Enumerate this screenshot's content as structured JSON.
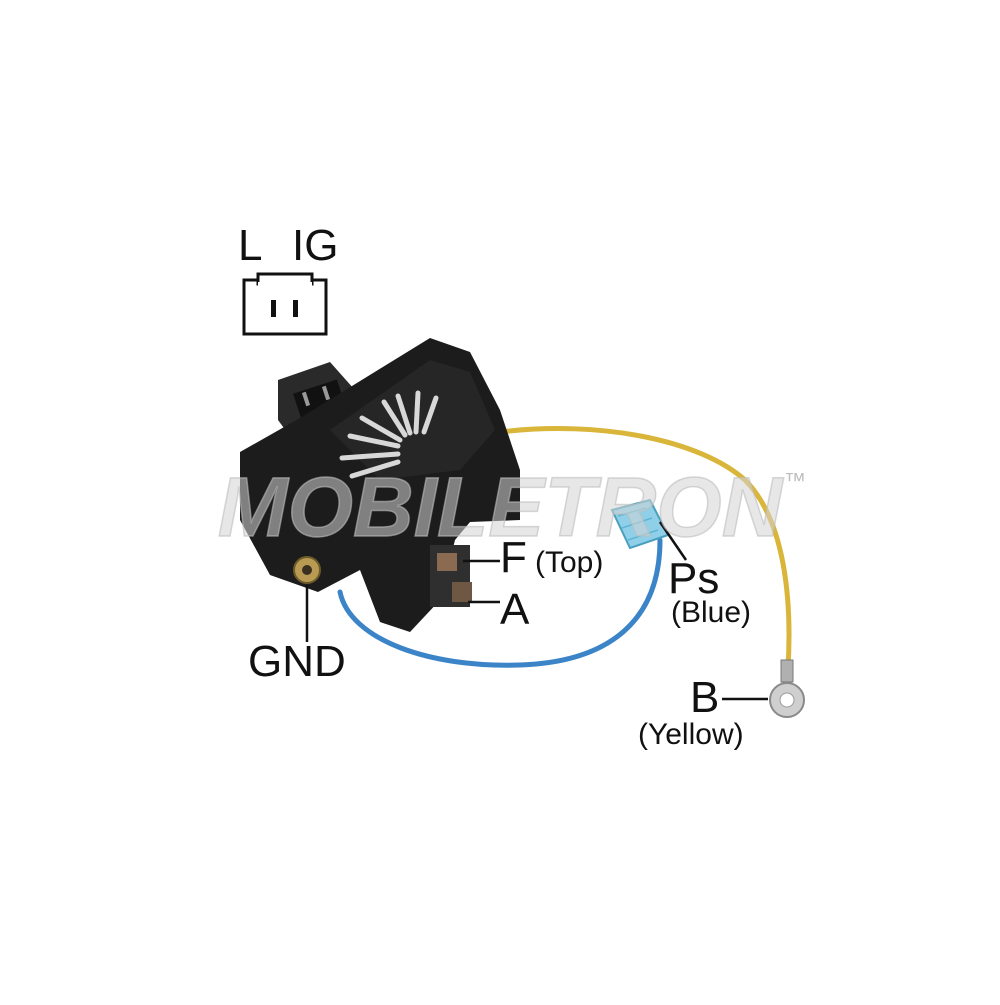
{
  "watermark": {
    "text": "MOBILETRON",
    "trademark": "™"
  },
  "connector_labels": {
    "l": "L",
    "ig": "IG"
  },
  "terminals": {
    "f": "F",
    "f_note": "(Top)",
    "a": "A",
    "gnd": "GND",
    "ps": "Ps",
    "ps_note": "(Blue)",
    "b": "B",
    "b_note": "(Yellow)"
  },
  "colors": {
    "housing": "#1c1c1c",
    "blue_wire": "#3b84c8",
    "yellow_wire": "#d9b53a",
    "blue_terminal": "#8fd0e8",
    "watermark": "#d4d4d4"
  }
}
